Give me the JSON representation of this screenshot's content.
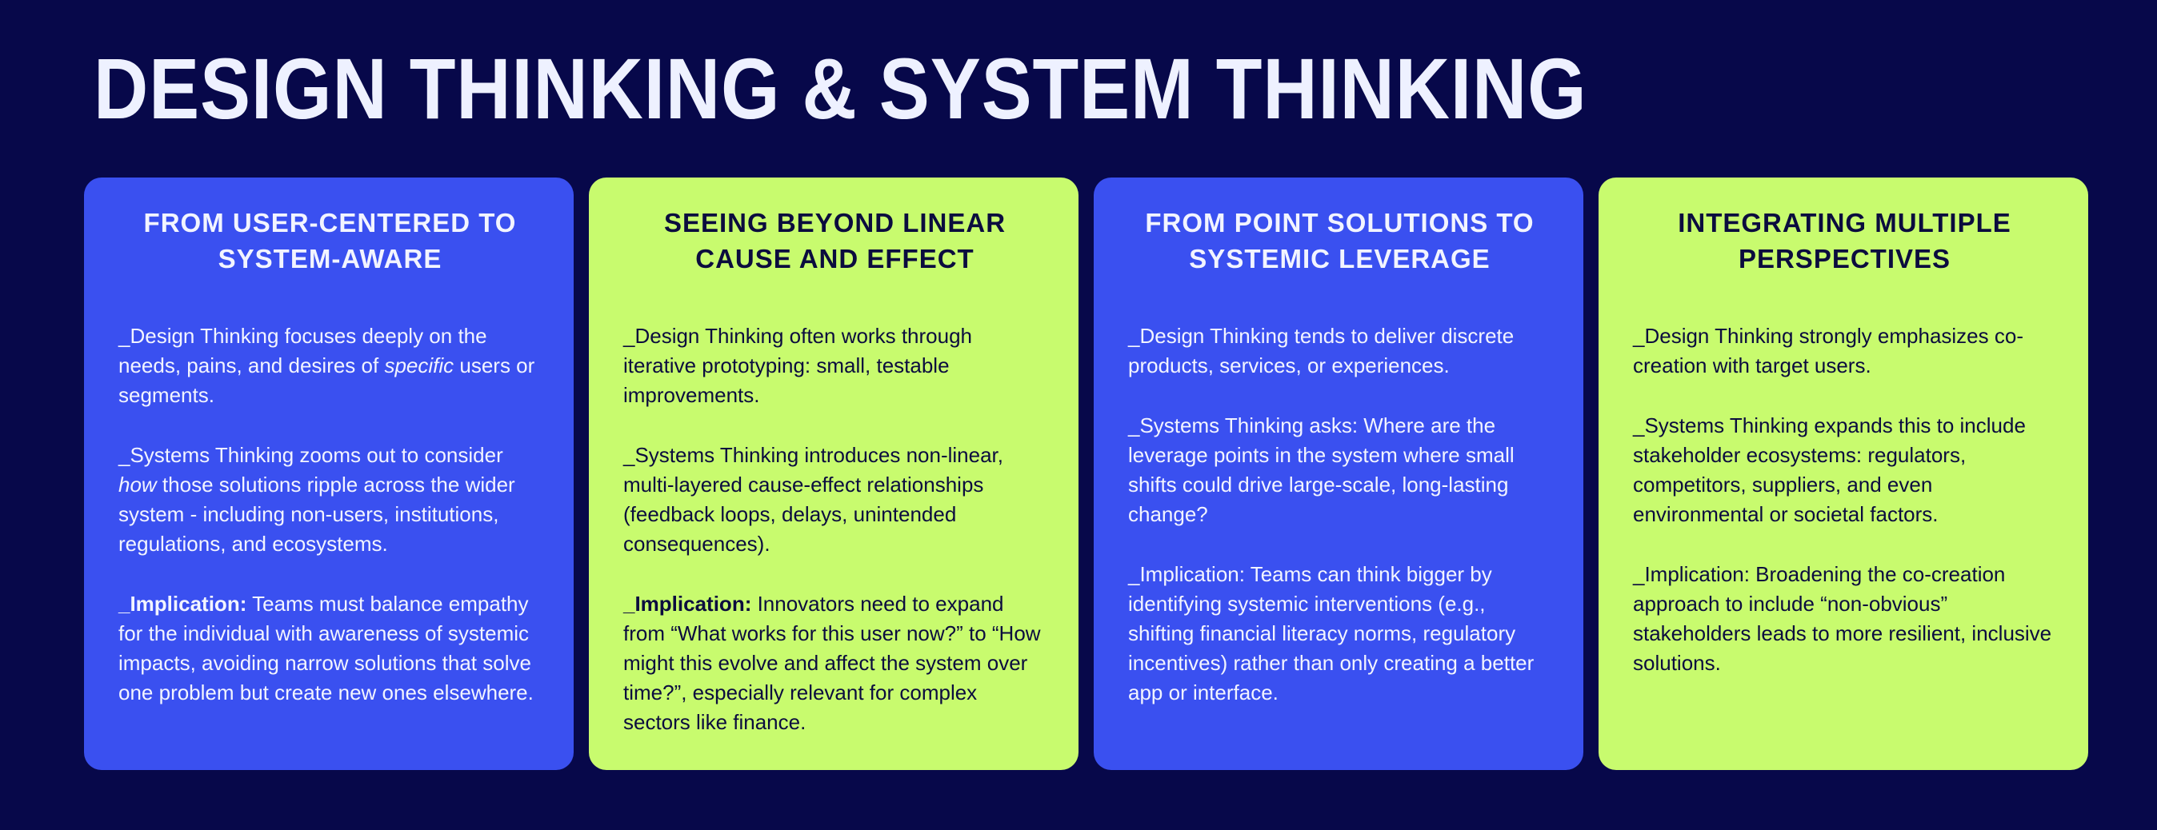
{
  "title": "DESIGN THINKING & SYSTEM THINKING",
  "colors": {
    "background": "#07084a",
    "blue_card": "#3a50f0",
    "lime_card": "#c8fb6e",
    "dark_text": "#0b0c3e"
  },
  "cards": [
    {
      "heading": "FROM USER-CENTERED TO SYSTEM-AWARE",
      "p1": {
        "a": "_Design Thinking focuses deeply on the needs, pains, and desires of ",
        "em": "specific",
        "b": " users or segments."
      },
      "p2": {
        "em": "how",
        "b": " those solutions ripple across the wider system - including non-users, institutions, regulations, and ecosystems.",
        "a": "_Systems Thinking zooms out to consider "
      },
      "p3": {
        "bold": "_Implication:",
        "rest": " Teams must balance empathy for the individual with awareness of systemic impacts, avoiding narrow solutions that solve one problem but create new ones elsewhere."
      }
    },
    {
      "heading": "SEEING BEYOND LINEAR CAUSE AND EFFECT",
      "p1": "_Design Thinking often works through iterative prototyping: small, testable improvements.",
      "p2": "_Systems Thinking introduces non-linear, multi-layered cause-effect relationships (feedback loops, delays, unintended consequences).",
      "p3": {
        "bold": "_Implication:",
        "rest": " Innovators need to expand from “What works for this user now?” to “How might this evolve and affect the system over time?”, especially relevant for complex sectors like finance."
      }
    },
    {
      "heading": "FROM POINT SOLUTIONS TO SYSTEMIC LEVERAGE",
      "p1": "_Design Thinking tends to deliver discrete products, services, or experiences.",
      "p2": "_Systems Thinking asks: Where are the leverage points in the system where small shifts could drive large-scale, long-lasting change?",
      "p3": "_Implication: Teams can think bigger by identifying systemic interventions (e.g., shifting financial literacy norms, regulatory incentives) rather than only creating a better app or interface."
    },
    {
      "heading": "INTEGRATING MULTIPLE PERSPECTIVES",
      "p1": "_Design Thinking strongly emphasizes co-creation with target users.",
      "p2": "_Systems Thinking expands this to include stakeholder ecosystems: regulators, competitors, suppliers, and even environmental or societal factors.",
      "p3": "_Implication: Broadening the co-creation approach to include “non-obvious” stakeholders leads to more resilient, inclusive solutions."
    }
  ]
}
